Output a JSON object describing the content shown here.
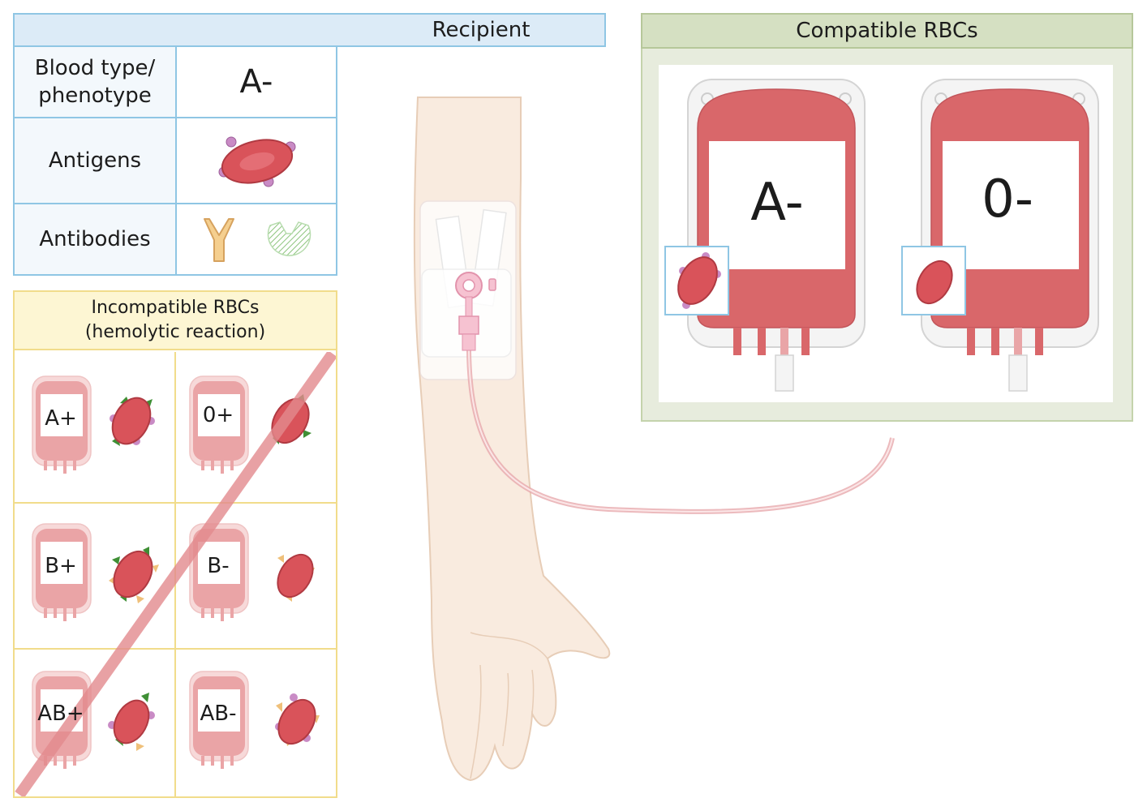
{
  "recipient": {
    "header": "Recipient",
    "rows": [
      {
        "label": "Blood type/\nphenotype",
        "value": "A-"
      },
      {
        "label": "Antigens"
      },
      {
        "label": "Antibodies"
      }
    ]
  },
  "compatible": {
    "header": "Compatible RBCs",
    "bags": [
      {
        "type": "A-",
        "antigens": [
          "A"
        ]
      },
      {
        "type": "0-",
        "antigens": []
      }
    ]
  },
  "incompatible": {
    "header": "Incompatible RBCs\n(hemolytic reaction)",
    "bags": [
      {
        "type": "A+",
        "antigens": [
          "A",
          "D"
        ]
      },
      {
        "type": "0+",
        "antigens": [
          "D"
        ]
      },
      {
        "type": "B+",
        "antigens": [
          "B",
          "D"
        ]
      },
      {
        "type": "B-",
        "antigens": [
          "B"
        ]
      },
      {
        "type": "AB+",
        "antigens": [
          "A",
          "B",
          "D"
        ]
      },
      {
        "type": "AB-",
        "antigens": [
          "A",
          "B"
        ]
      }
    ]
  },
  "colors": {
    "recipient_border": "#8fc6e4",
    "recipient_fill": "#dcebf7",
    "incompatible_border": "#f1dc8b",
    "incompatible_fill": "#fdf6d3",
    "compatible_border": "#b6c79a",
    "compatible_fill": "#d5e0c2",
    "rbc": "#d9535a",
    "antigen_A": "#c98bc5",
    "antigen_B": "#efc07a",
    "antigen_D": "#3f8f35",
    "antibody_anti_B": "#f5cf8f",
    "antibody_anti_D": "#a7d49c",
    "blood_bag": "#d9676a",
    "cross_out": "#e38a8e",
    "skin": "#f9ebdf"
  },
  "icons": {
    "antibody": "y-shaped-antibody-icon",
    "antibody_alt": "hatched-antibody-icon",
    "rbc": "red-blood-cell-icon",
    "bag": "blood-bag-icon",
    "arm": "arm-icon",
    "catheter": "iv-catheter-icon"
  }
}
